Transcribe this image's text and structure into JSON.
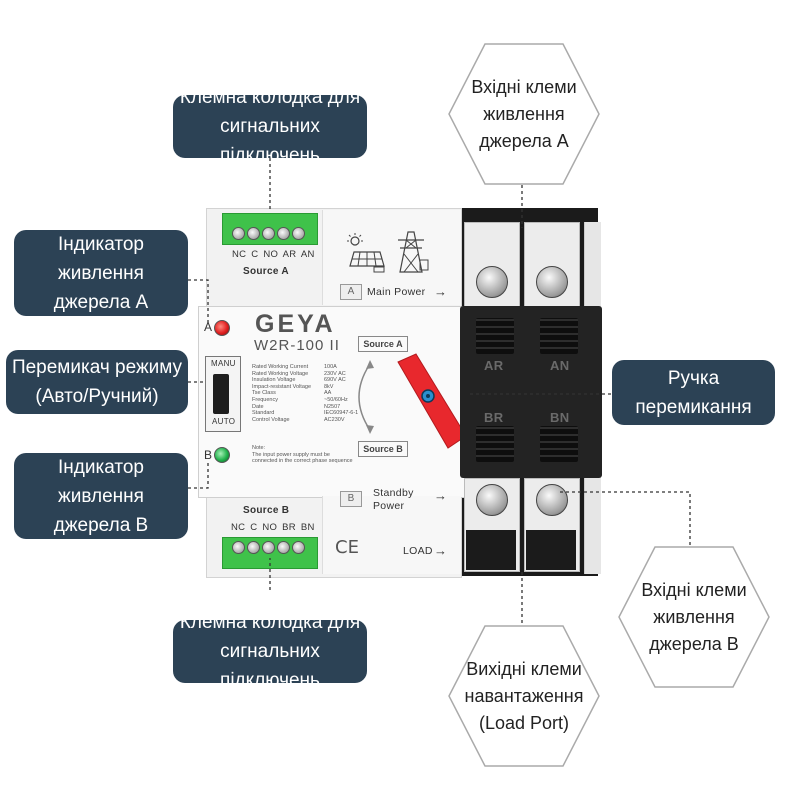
{
  "callouts": {
    "signal_terminal_top": "Клемна колодка для\nсигнальних підключень",
    "source_a_indicator": "Індикатор\nживлення\nджерела А",
    "mode_switch": "Перемикач режиму\n(Авто/Ручний)",
    "source_b_indicator": "Індикатор\nживлення\nджерела В",
    "signal_terminal_bottom": "Клемна колодка для\nсигнальних підключень",
    "handle": "Ручка\nперемикання"
  },
  "hexagons": {
    "input_a": "Вхідні клеми\nживлення\nджерела А",
    "input_b": "Вхідні клеми\nживлення\nджерела В",
    "output": "Вихідні клеми\nнавантаження\n(Load Port)"
  },
  "device": {
    "top_terminal_labels": "NC C NO AR AN",
    "source_a": "Source A",
    "main_box": "A",
    "main_power": "Main Power",
    "arrow": "→",
    "led_a": "A",
    "led_b": "B",
    "brand": "GEYA",
    "model": "W2R-100 II",
    "manu": "MANU",
    "auto": "AUTO",
    "source_a_btn": "Source A",
    "source_b_btn": "Source B",
    "spec_keys": [
      "Rated Working Current",
      "Rated Working Voltage",
      "Insulation Voltage",
      "Impact-resistant Voltage",
      "Tse Class",
      "Frequency",
      "Date",
      "Standard",
      "Control Voltage"
    ],
    "spec_values": [
      "100A",
      "230V AC",
      "690V AC",
      "8kV",
      "AA",
      "~50/60Hz",
      "N2507",
      "IEC60947-6-1",
      "AC230V"
    ],
    "note": [
      "Note:",
      "The input power supply must be",
      "connected in the correct phase sequence"
    ],
    "standby_box": "B",
    "standby_power": "Standby\nPower",
    "load": "LOAD",
    "ce": "CE",
    "source_b": "Source B",
    "bottom_terminal_labels": "NC C NO BR BN",
    "ar": "AR",
    "an": "AN",
    "br": "BR",
    "bn": "BN"
  },
  "colors": {
    "callout_bg": "#2c4255",
    "handle_red": "#e8282d",
    "terminal_green": "#3fc24a",
    "led_red": "#e02020",
    "led_green": "#22b14c"
  }
}
